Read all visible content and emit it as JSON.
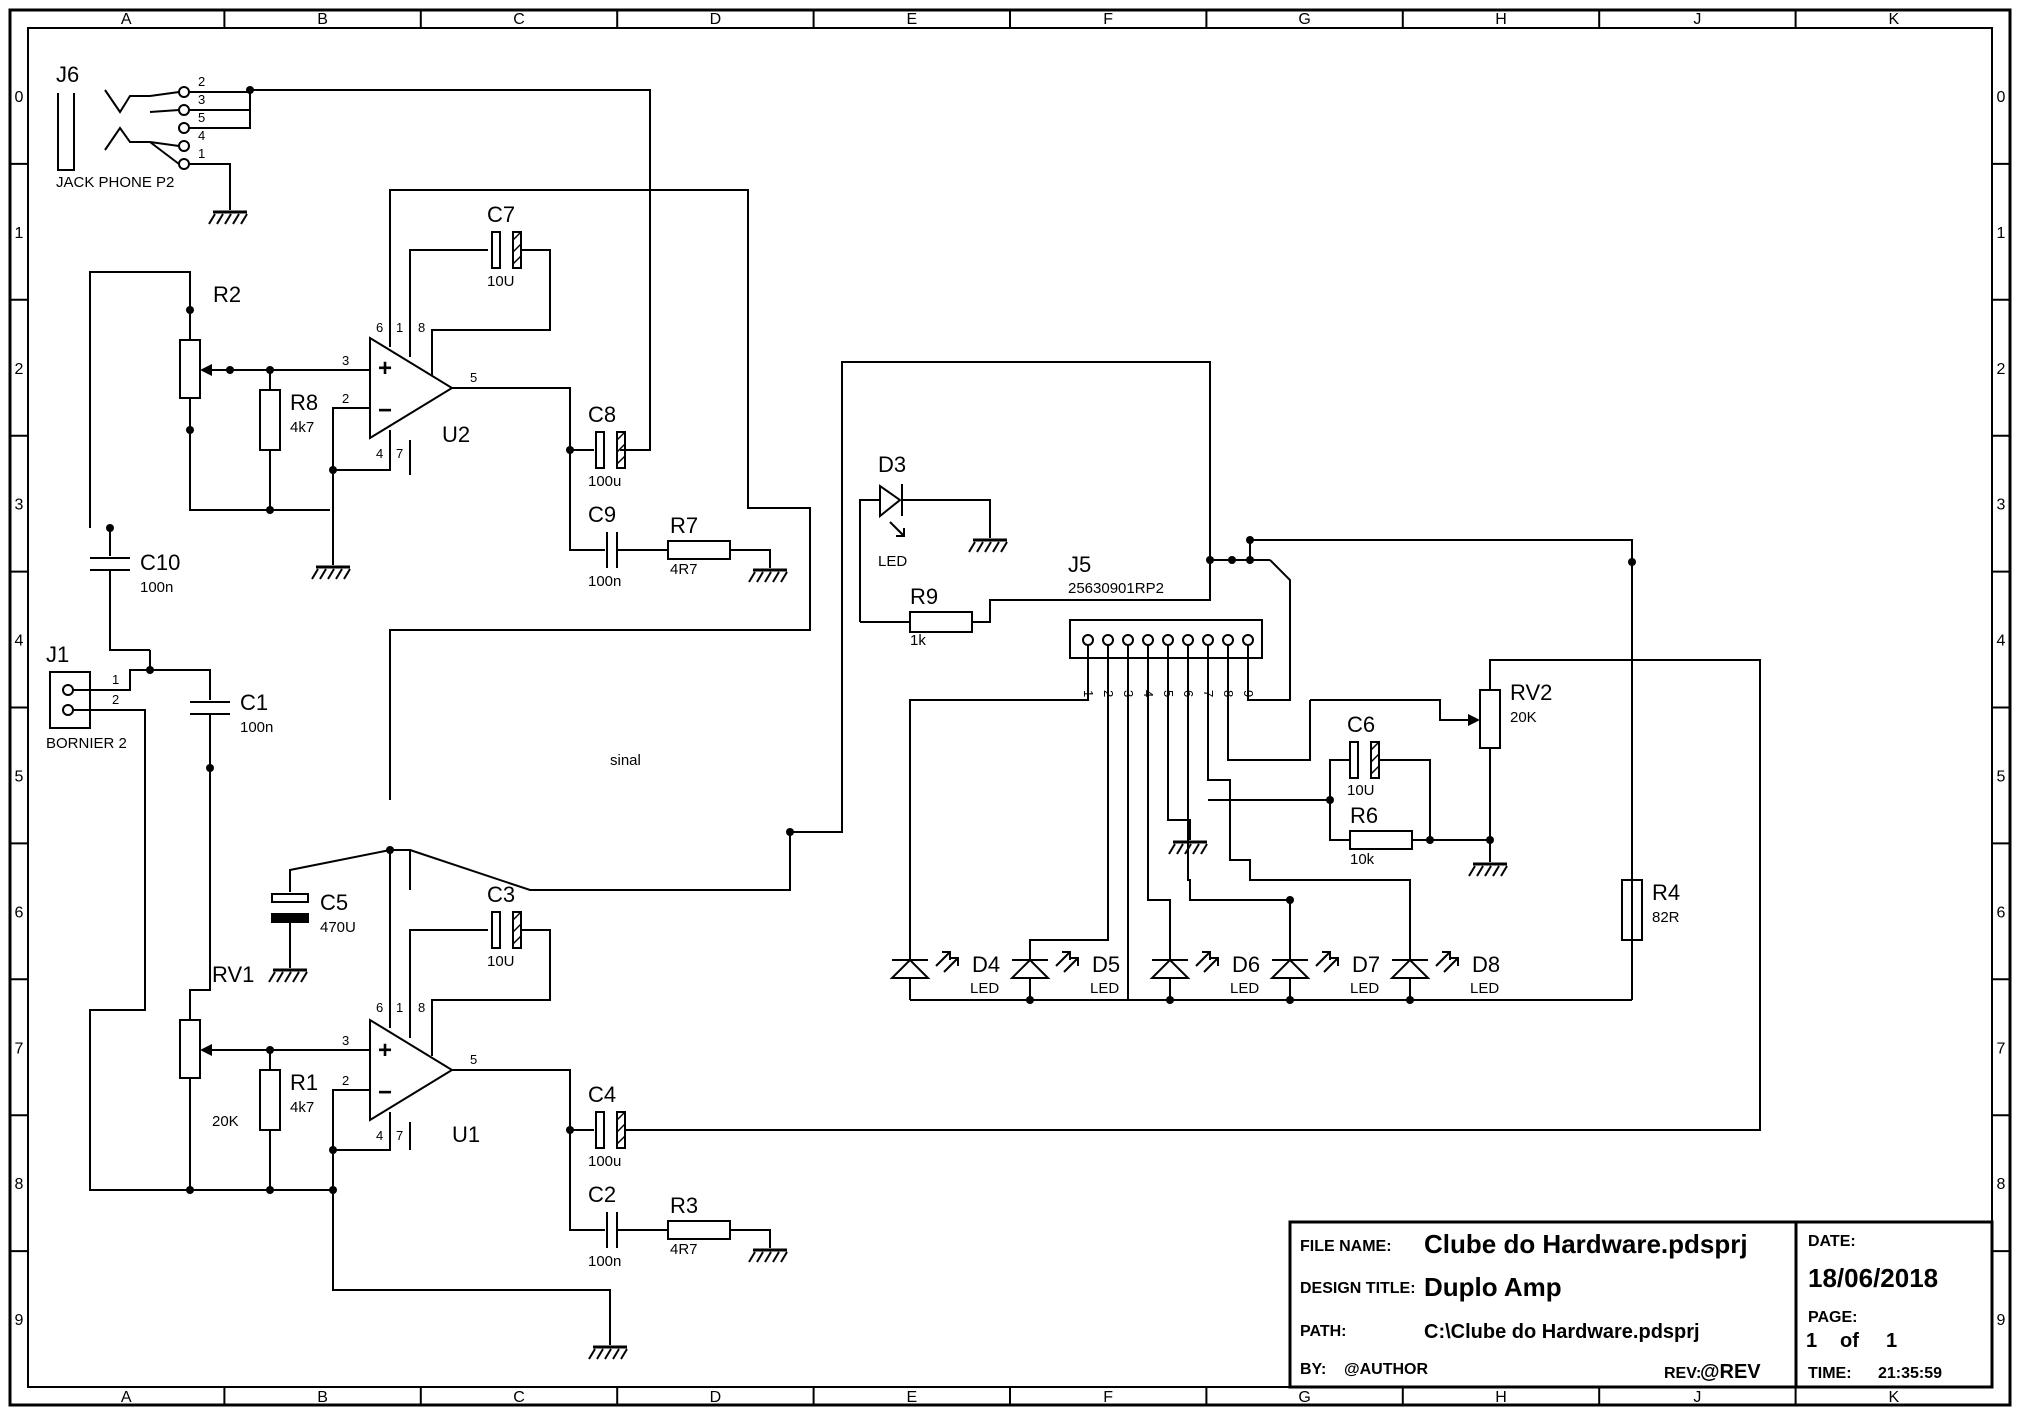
{
  "frame": {
    "columns": [
      "A",
      "B",
      "C",
      "D",
      "E",
      "F",
      "G",
      "H",
      "J",
      "K"
    ],
    "rows": [
      "0",
      "1",
      "2",
      "3",
      "4",
      "5",
      "6",
      "7",
      "8",
      "9"
    ]
  },
  "components": {
    "J6": {
      "ref": "J6",
      "value": "JACK PHONE P2",
      "pins": [
        "2",
        "3",
        "5",
        "4",
        "1"
      ]
    },
    "J1": {
      "ref": "J1",
      "value": "BORNIER 2",
      "pins": [
        "1",
        "2"
      ]
    },
    "R2": {
      "ref": "R2"
    },
    "R8": {
      "ref": "R8",
      "value": "4k7"
    },
    "C7": {
      "ref": "C7",
      "value": "10U"
    },
    "U2": {
      "ref": "U2",
      "pins": {
        "in_plus": "3",
        "in_minus": "2",
        "out": "5",
        "p6": "6",
        "p1": "1",
        "p8": "8",
        "p4": "4",
        "p7": "7"
      }
    },
    "C8": {
      "ref": "C8",
      "value": "100u"
    },
    "C9": {
      "ref": "C9",
      "value": "100n"
    },
    "R7": {
      "ref": "R7",
      "value": "4R7"
    },
    "C10": {
      "ref": "C10",
      "value": "100n"
    },
    "C1": {
      "ref": "C1",
      "value": "100n"
    },
    "C5": {
      "ref": "C5",
      "value": "470U"
    },
    "C3": {
      "ref": "C3",
      "value": "10U"
    },
    "RV1": {
      "ref": "RV1",
      "value": "20K"
    },
    "R1": {
      "ref": "R1",
      "value": "4k7"
    },
    "U1": {
      "ref": "U1",
      "pins": {
        "in_plus": "3",
        "in_minus": "2",
        "out": "5",
        "p6": "6",
        "p1": "1",
        "p8": "8",
        "p4": "4",
        "p7": "7"
      }
    },
    "C4": {
      "ref": "C4",
      "value": "100u"
    },
    "C2": {
      "ref": "C2",
      "value": "100n"
    },
    "R3": {
      "ref": "R3",
      "value": "4R7"
    },
    "D3": {
      "ref": "D3",
      "value": "LED"
    },
    "R9": {
      "ref": "R9",
      "value": "1k"
    },
    "J5": {
      "ref": "J5",
      "value": "25630901RP2",
      "pins": [
        "1",
        "2",
        "3",
        "4",
        "5",
        "6",
        "7",
        "8",
        "9"
      ]
    },
    "C6": {
      "ref": "C6",
      "value": "10U"
    },
    "R6": {
      "ref": "R6",
      "value": "10k"
    },
    "RV2": {
      "ref": "RV2",
      "value": "20K"
    },
    "R4": {
      "ref": "R4",
      "value": "82R"
    },
    "D4": {
      "ref": "D4",
      "value": "LED"
    },
    "D5": {
      "ref": "D5",
      "value": "LED"
    },
    "D6": {
      "ref": "D6",
      "value": "LED"
    },
    "D7": {
      "ref": "D7",
      "value": "LED"
    },
    "D8": {
      "ref": "D8",
      "value": "LED"
    }
  },
  "net_label": "sinal",
  "title_block": {
    "file_name_label": "FILE NAME:",
    "file_name": "Clube do Hardware.pdsprj",
    "design_title_label": "DESIGN TITLE:",
    "design_title": "Duplo Amp",
    "path_label": "PATH:",
    "path": "C:\\Clube do Hardware.pdsprj",
    "by_label": "BY:",
    "by": "@AUTHOR",
    "rev_label": "REV:",
    "rev": "@REV",
    "date_label": "DATE:",
    "date": "18/06/2018",
    "page_label": "PAGE:",
    "page_current": "1",
    "page_of": "of",
    "page_total": "1",
    "time_label": "TIME:",
    "time": "21:35:59"
  }
}
